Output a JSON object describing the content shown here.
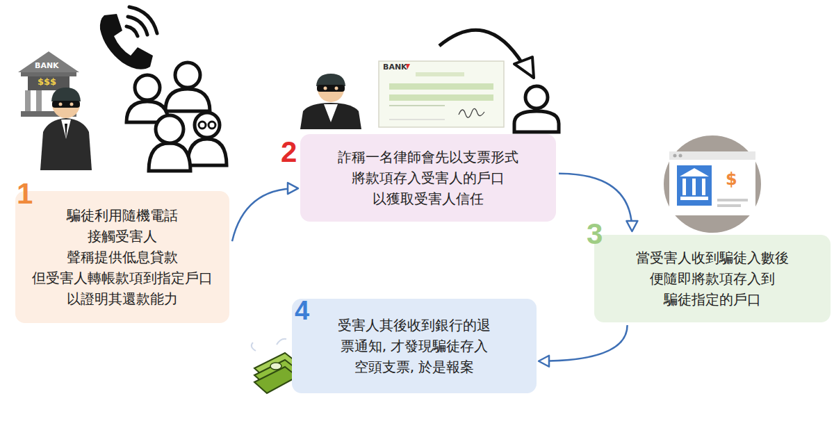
{
  "diagram": {
    "nodes": [
      {
        "text": [
          "騙徒利用隨機電話 接觸受害人 聲稱提供低息貸款 但受害人轉帳款項到指定戶口 以證明其還款能力"
        ]
      },
      {
        "text": [
          "詐稱一名律師會先以支票形式 將款項存入受害人的戶口 以獲取受害人信任"
        ]
      },
      {
        "text": [
          "當受害人收到騙徒入數後 便隨即將款項存入到 騙徒指定的戶口"
        ]
      },
      {
        "text": [
          "受害人其後收到銀行的退 票通知, 才發現騙徒存入 空頭支票, 於是報案"
        ]
      }
    ],
    "edges": [
      {
        "from": 0,
        "to": 1,
        "arrow": "to"
      },
      {
        "from": 1,
        "to": 2,
        "arrow": "to"
      },
      {
        "from": 2,
        "to": 3,
        "arrow": "to"
      }
    ],
    "labels": [
      "1",
      "2",
      "3",
      "4",
      "BANK",
      "$$$",
      "BANK",
      "$"
    ]
  }
}
